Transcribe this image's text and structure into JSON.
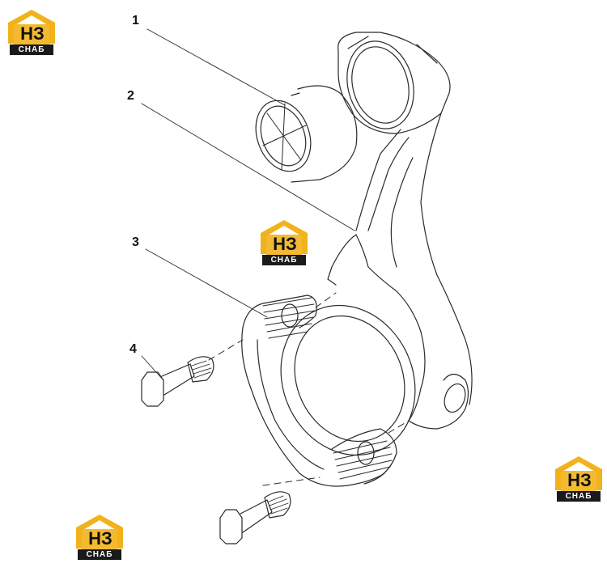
{
  "callouts": {
    "c1": "1",
    "c2": "2",
    "c3": "3",
    "c4": "4"
  },
  "logo": {
    "brand": "НЗ",
    "plate": "СНАБ",
    "roof_color": "#f2b21b",
    "plate_color": "#1a1a1a"
  },
  "colors": {
    "line": "#2a2a2a",
    "background": "#ffffff"
  }
}
